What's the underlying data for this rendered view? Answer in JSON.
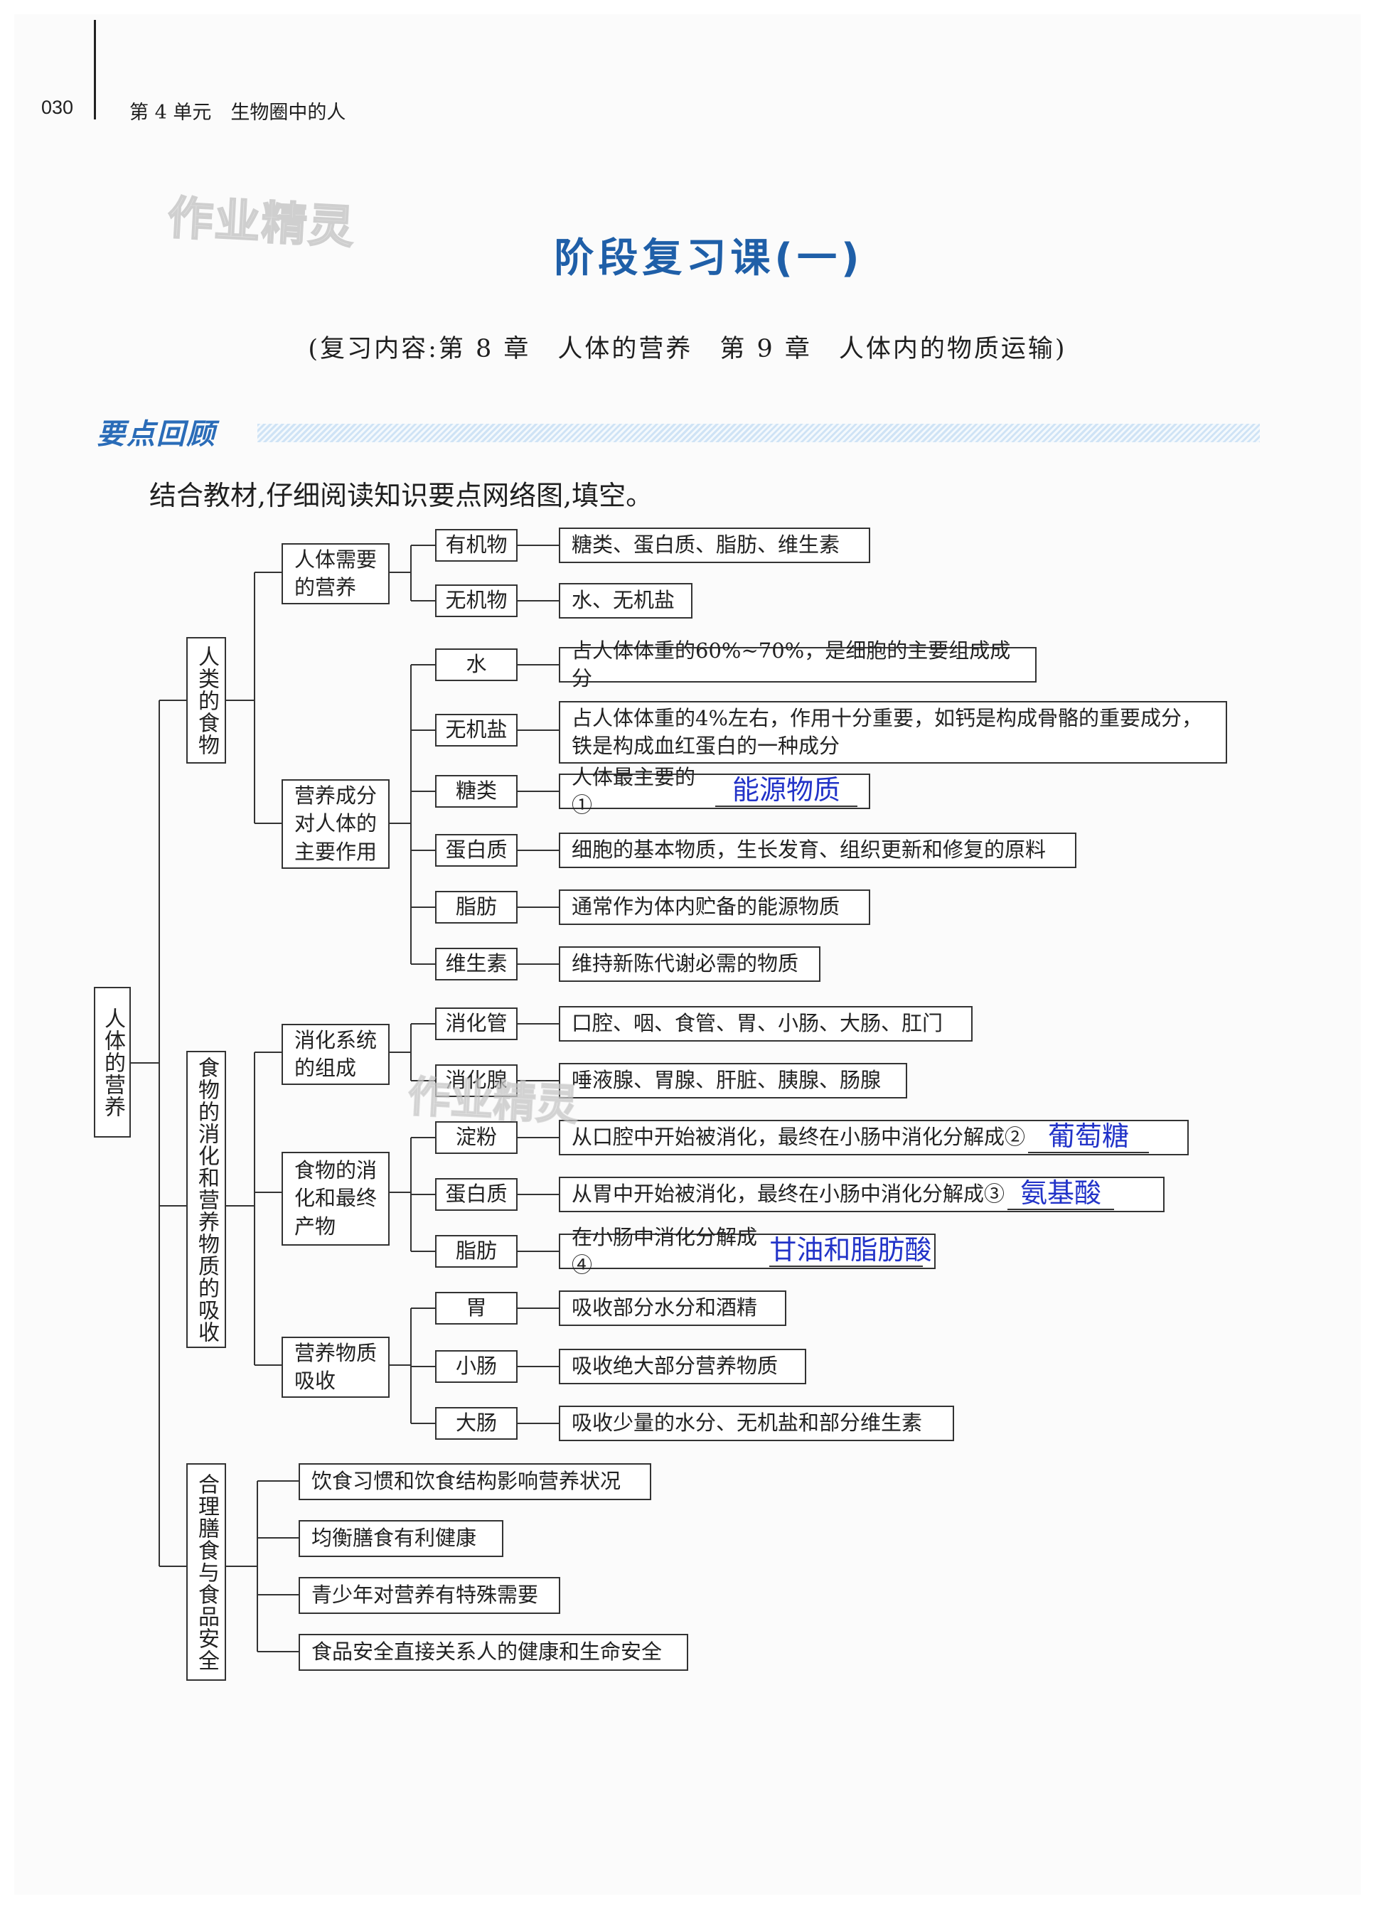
{
  "header": {
    "page_number": "030",
    "unit": "第 4 单元　生物圈中的人"
  },
  "watermark": "作业精灵",
  "title": "阶段复习课(一)",
  "subtitle": "(复习内容:第 8 章　人体的营养　第 9 章　人体内的物质运输)",
  "section": {
    "label": "要点回顾",
    "instruction": "结合教材,仔细阅读知识要点网络图,填空。"
  },
  "diagram": {
    "root": "人体的营养",
    "branches": {
      "food": "人类的食物",
      "digestion": "食物的消化和营养物质的吸收",
      "safety": "合理膳食与食品安全"
    },
    "nodes": {
      "needs": "人体需要的营养",
      "roles": "营养成分对人体的主要作用",
      "system": "消化系统的组成",
      "products": "食物的消化和最终产物",
      "absorb": "营养物质吸收"
    },
    "leaves": {
      "organic": "有机物",
      "organic_desc": "糖类、蛋白质、脂肪、维生素",
      "inorganic": "无机物",
      "inorganic_desc": "水、无机盐",
      "water": "水",
      "water_desc": "占人体体重的60%~70%，是细胞的主要组成成分",
      "salt": "无机盐",
      "salt_desc_1": "占人体体重的4%左右，作用十分重要，如钙是构成骨骼的重要成分，",
      "salt_desc_2": "铁是构成血红蛋白的一种成分",
      "sugar": "糖类",
      "sugar_desc": "人体最主要的①",
      "sugar_answer": "能源物质",
      "protein": "蛋白质",
      "protein_desc": "细胞的基本物质，生长发育、组织更新和修复的原料",
      "fat": "脂肪",
      "fat_desc": "通常作为体内贮备的能源物质",
      "vitamin": "维生素",
      "vitamin_desc": "维持新陈代谢必需的物质",
      "tract": "消化管",
      "tract_desc": "口腔、咽、食管、胃、小肠、大肠、肛门",
      "gland": "消化腺",
      "gland_desc": "唾液腺、胃腺、肝脏、胰腺、肠腺",
      "starch": "淀粉",
      "starch_desc": "从口腔中开始被消化，最终在小肠中消化分解成②",
      "starch_answer": "葡萄糖",
      "protein2": "蛋白质",
      "protein2_desc": "从胃中开始被消化，最终在小肠中消化分解成③",
      "protein2_answer": "氨基酸",
      "fat2": "脂肪",
      "fat2_desc": "在小肠中消化分解成④",
      "fat2_answer": "甘油和脂肪酸",
      "stomach": "胃",
      "stomach_desc": "吸收部分水分和酒精",
      "small": "小肠",
      "small_desc": "吸收绝大部分营养物质",
      "large": "大肠",
      "large_desc": "吸收少量的水分、无机盐和部分维生素",
      "safe1": "饮食习惯和饮食结构影响营养状况",
      "safe2": "均衡膳食有利健康",
      "safe3": "青少年对营养有特殊需要",
      "safe4": "食品安全直接关系人的健康和生命安全"
    }
  }
}
